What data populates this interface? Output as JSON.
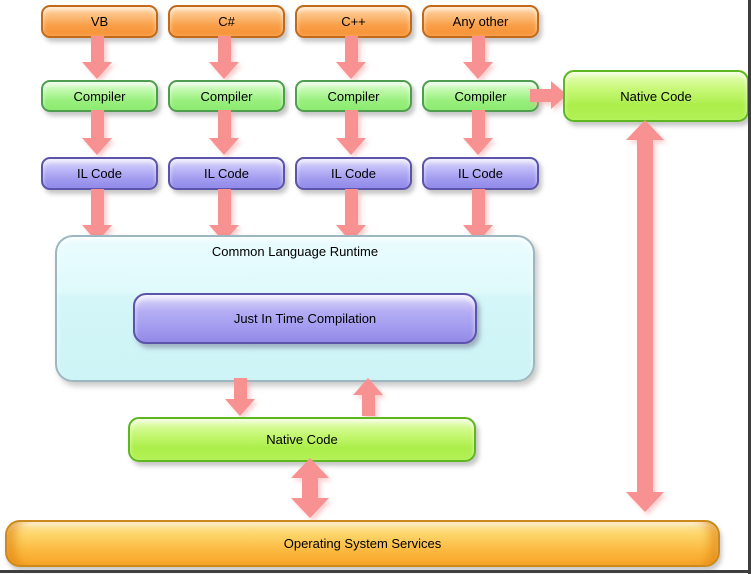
{
  "columns": [
    {
      "language": "VB",
      "compiler": "Compiler",
      "il": "IL Code"
    },
    {
      "language": "C#",
      "compiler": "Compiler",
      "il": "IL Code"
    },
    {
      "language": "C++",
      "compiler": "Compiler",
      "il": "IL Code"
    },
    {
      "language": "Any other",
      "compiler": "Compiler",
      "il": "IL Code"
    }
  ],
  "clr": {
    "title": "Common Language Runtime",
    "jit_label": "Just In Time Compilation"
  },
  "native_code_right_label": "Native Code",
  "native_code_bottom_label": "Native Code",
  "os_services_label": "Operating System Services",
  "colors": {
    "box-orange": "#f9a04a",
    "box-orange-light": "#fdd3a0",
    "box-orange-border": "#c06a1a",
    "box-green": "#9aef7f",
    "box-green-light": "#e0fcd6",
    "box-green-border": "#4f9d4f",
    "box-lime": "#abee4a",
    "box-lime-light": "#e9ffc0",
    "box-lime-border": "#5eb621",
    "box-purple": "#a29bef",
    "box-purple-light": "#dedbfa",
    "box-purple-border": "#5b54a8",
    "clr-fill": "#d4f6f8",
    "clr-fill-light": "#eafcfe",
    "clr-border": "#9db7c0",
    "arrow": "#f89191",
    "os-gold": "#fbb63c",
    "os-gold-light": "#fee9a6",
    "os-border": "#cb8a1b",
    "frame": "#3e3e3e"
  }
}
